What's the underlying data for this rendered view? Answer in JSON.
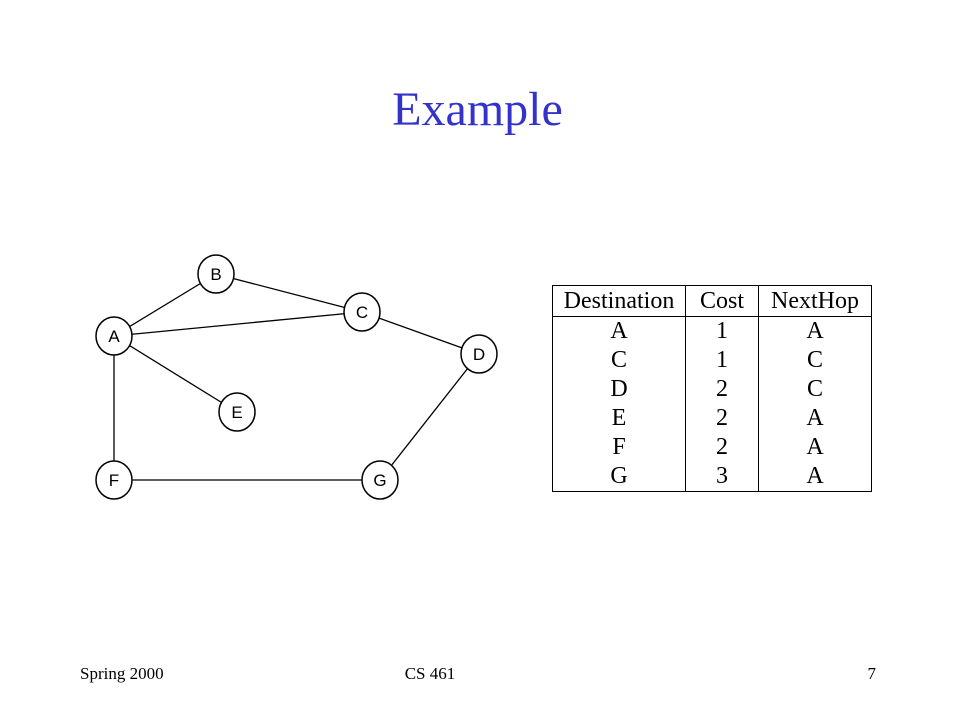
{
  "slide": {
    "title": "Example",
    "footer_left": "Spring 2000",
    "footer_center": "CS 461",
    "footer_right": "7"
  },
  "graph": {
    "nodes": [
      {
        "id": "A",
        "label": "A"
      },
      {
        "id": "B",
        "label": "B"
      },
      {
        "id": "C",
        "label": "C"
      },
      {
        "id": "D",
        "label": "D"
      },
      {
        "id": "E",
        "label": "E"
      },
      {
        "id": "F",
        "label": "F"
      },
      {
        "id": "G",
        "label": "G"
      }
    ],
    "edges": [
      [
        "A",
        "B"
      ],
      [
        "A",
        "C"
      ],
      [
        "A",
        "E"
      ],
      [
        "A",
        "F"
      ],
      [
        "B",
        "C"
      ],
      [
        "C",
        "D"
      ],
      [
        "D",
        "G"
      ],
      [
        "F",
        "G"
      ]
    ]
  },
  "routing_table": {
    "headers": [
      "Destination",
      "Cost",
      "NextHop"
    ],
    "rows": [
      [
        "A",
        "1",
        "A"
      ],
      [
        "C",
        "1",
        "C"
      ],
      [
        "D",
        "2",
        "C"
      ],
      [
        "E",
        "2",
        "A"
      ],
      [
        "F",
        "2",
        "A"
      ],
      [
        "G",
        "3",
        "A"
      ]
    ]
  }
}
